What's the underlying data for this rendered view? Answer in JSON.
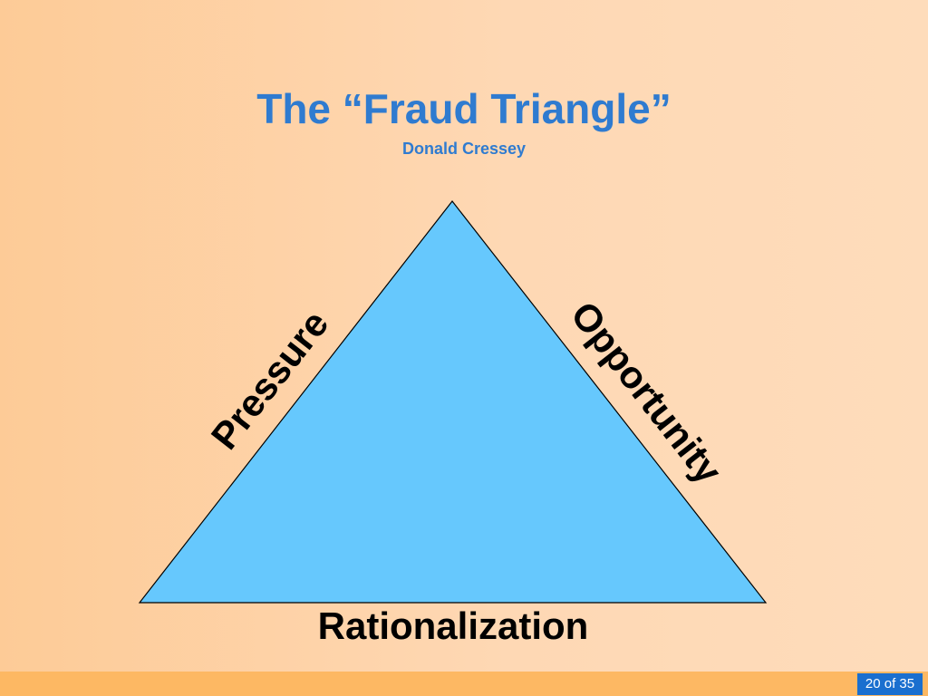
{
  "slide": {
    "title": "The “Fraud Triangle”",
    "subtitle": "Donald Cressey",
    "background_color": "#fed2a8",
    "title_color": "#2f7bd0"
  },
  "triangle": {
    "fill_color": "#66c8fd",
    "stroke_color": "#000000",
    "labels": {
      "left": "Pressure",
      "right": "Opportunity",
      "bottom": "Rationalization"
    }
  },
  "footer": {
    "page_indicator": "20 of 35",
    "bar_color": "#fdb863",
    "badge_color": "#1a6fcf"
  }
}
